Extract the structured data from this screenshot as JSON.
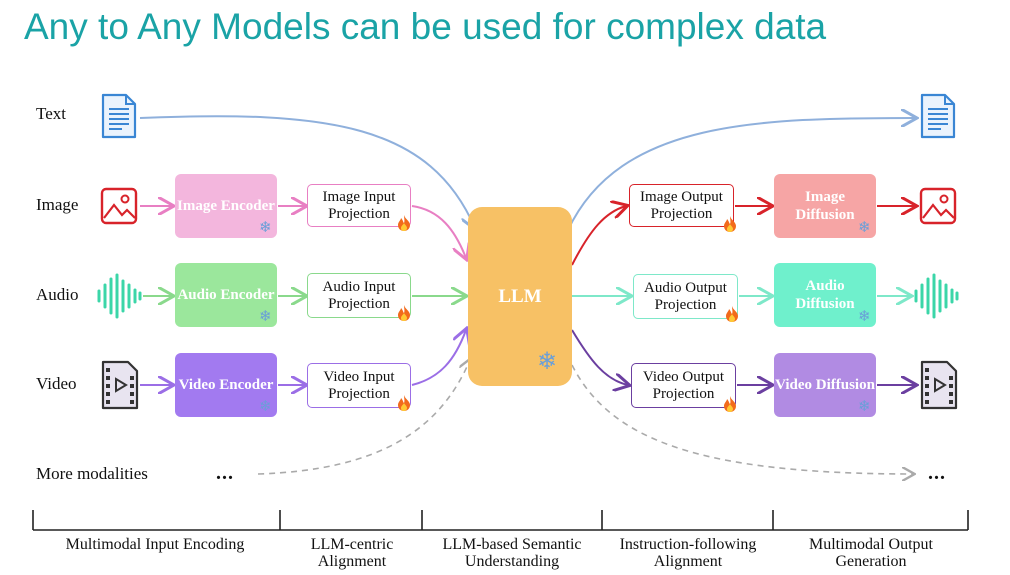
{
  "title": "Any to Any Models can be used for complex data",
  "modalities": {
    "text": "Text",
    "image": "Image",
    "audio": "Audio",
    "video": "Video",
    "more": "More modalities",
    "ellipsis": "..."
  },
  "encoders": {
    "image": "Image Encoder",
    "audio": "Audio Encoder",
    "video": "Video Encoder"
  },
  "input_projections": {
    "image": "Image Input Projection",
    "audio": "Audio Input Projection",
    "video": "Video Input Projection"
  },
  "llm": "LLM",
  "output_projections": {
    "image": "Image Output Projection",
    "audio": "Audio Output Projection",
    "video": "Video Output Projection"
  },
  "diffusions": {
    "image": "Image Diffusion",
    "audio": "Audio Diffusion",
    "video": "Video Diffusion"
  },
  "stages": [
    "Multimodal Input Encoding",
    "LLM-centric Alignment",
    "LLM-based Semantic Understanding",
    "Instruction-following Alignment",
    "Multimodal Output Generation"
  ],
  "colors": {
    "title": "#1aa3a6",
    "text_flow": "#8fb0dc",
    "image": "#e87fc3",
    "audio": "#8ad98c",
    "video": "#9b6ee6",
    "llm": "#f7c165",
    "image_out": "#d8232a",
    "audio_out": "#7ee8c9",
    "video_out": "#6b3fa0",
    "frozen": "#6a9fd8",
    "trainable": "#f26a1b"
  }
}
